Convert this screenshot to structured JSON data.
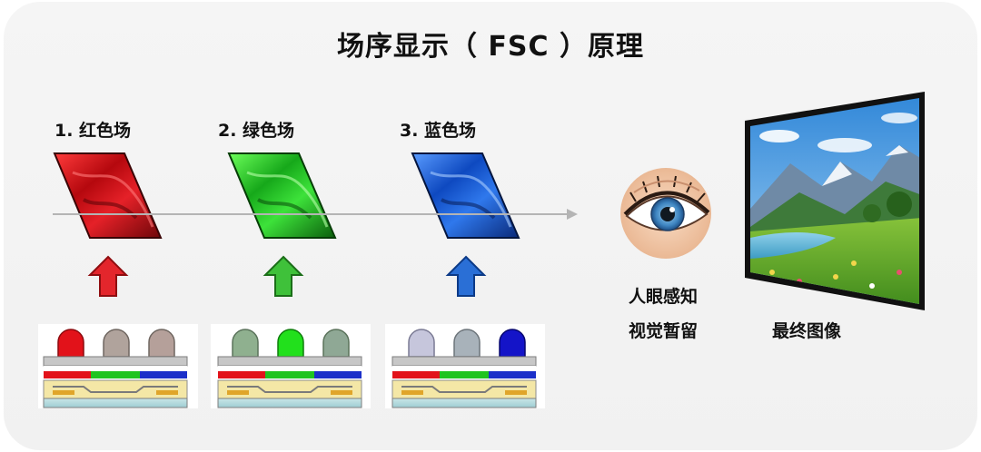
{
  "title": "场序显示（ FSC ）原理",
  "fields": [
    {
      "label": "1. 红色场",
      "color": "#d4151c",
      "dark": "#7a0a0e"
    },
    {
      "label": "2. 绿色场",
      "color": "#28c21e",
      "dark": "#0c6a0c"
    },
    {
      "label": "3. 蓝色场",
      "color": "#1d63d6",
      "dark": "#0b2f86"
    }
  ],
  "perception_caption": [
    "人眼感知",
    "视觉暂留"
  ],
  "final_caption": "最终图像"
}
